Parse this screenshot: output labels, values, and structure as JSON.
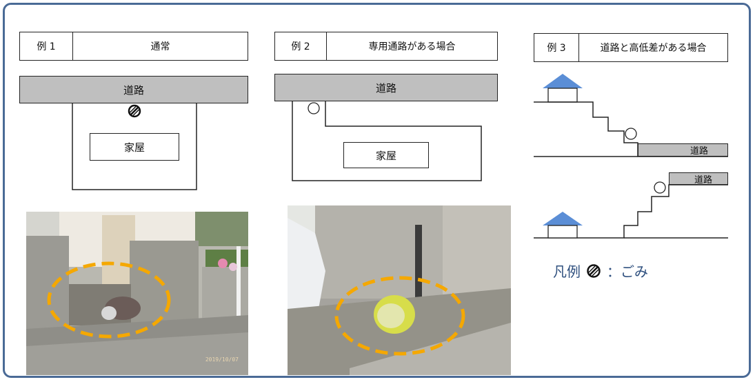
{
  "example1": {
    "num": "例 1",
    "title": "通常",
    "road": "道路",
    "house": "家屋"
  },
  "example2": {
    "num": "例 2",
    "title": "専用通路がある場合",
    "road": "道路",
    "house": "家屋"
  },
  "example3": {
    "num": "例 3",
    "title": "道路と高低差がある場合",
    "road_upper": "道路",
    "road_lower": "道路"
  },
  "legend": {
    "prefix": "凡例",
    "suffix": "：ごみ"
  },
  "photo1": {
    "date_stamp": "2019/10/07"
  },
  "colors": {
    "frame": "#4a6a96",
    "road": "#bfbfbf",
    "roof": "#5b8ed6",
    "ellipse": "#f5a800",
    "legend_text": "#2e4f7e"
  },
  "icons": {
    "garbage": "garbage-symbol-icon",
    "collection_point": "collection-point-circle-icon",
    "house": "house-icon"
  }
}
